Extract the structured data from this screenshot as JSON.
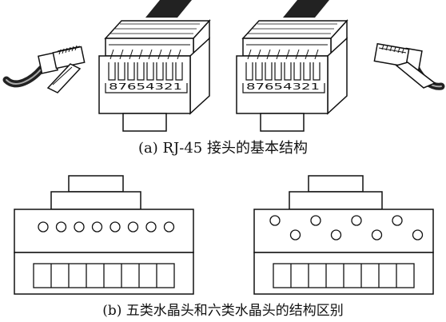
{
  "figure_a": {
    "caption": "(a) RJ-45 接头的基本结构",
    "pin_numbers": "87654321",
    "pin_count": 8
  },
  "figure_b": {
    "caption": "(b)  五类水晶头和六类水晶头的结构区别",
    "cat5_circle_count": 8,
    "cat6_circle_count": 8,
    "contact_slot_count": 8
  },
  "colors": {
    "line": "#111111",
    "plug_fill": "#ffffff",
    "cable": "#333333",
    "background": "#ffffff"
  }
}
